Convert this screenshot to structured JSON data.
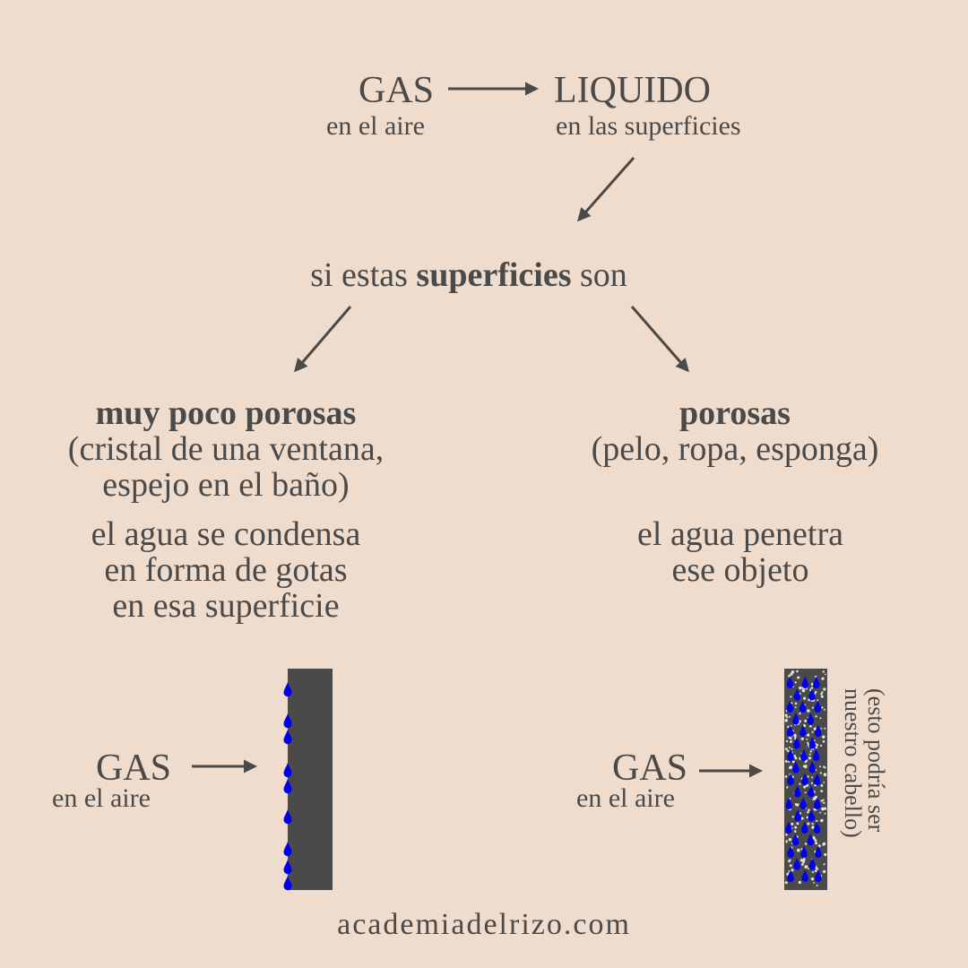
{
  "top": {
    "gas": "GAS",
    "gas_sub": "en el aire",
    "liquid": "LIQUIDO",
    "liquid_sub": "en las superficies"
  },
  "middle": {
    "pre": "si estas ",
    "bold": "superficies",
    "post": " son"
  },
  "left": {
    "heading": "muy poco porosas",
    "examples": [
      "(cristal de una ventana,",
      "espejo en el baño)"
    ],
    "description": [
      "el agua se condensa",
      "en forma de gotas",
      "en esa superficie"
    ],
    "gas": "GAS",
    "gas_sub": "en el aire"
  },
  "right": {
    "heading": "porosas",
    "examples": [
      "(pelo, ropa, esponga)"
    ],
    "description": [
      "el agua penetra",
      "ese objeto"
    ],
    "gas": "GAS",
    "gas_sub": "en el aire",
    "side_note": [
      "(esto podría ser",
      "nuestro cabello)"
    ]
  },
  "footer": "academiadelrizo.com",
  "colors": {
    "background": "#efdccd",
    "text": "#4a4a4a",
    "surface": "#4a4a4a",
    "drop": "#0000ee"
  }
}
